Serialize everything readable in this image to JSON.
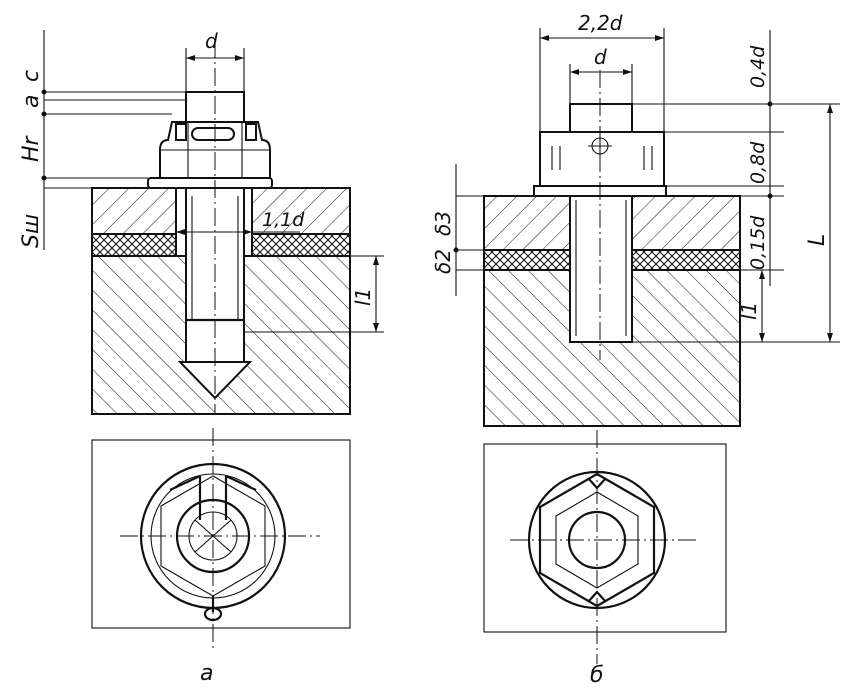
{
  "labels": {
    "a_d": "d",
    "a_c": "c",
    "a_a": "a",
    "a_Hr": "Hr",
    "a_Sw": "Sш",
    "a_1_1d": "1,1d",
    "a_l1": "l1",
    "b_2_2d": "2,2d",
    "b_d": "d",
    "b_0_4d": "0,4d",
    "b_0_8d": "0,8d",
    "b_0_15d": "0,15d",
    "b_delta3": "δ3",
    "b_delta2": "δ2",
    "b_l1": "l1",
    "b_L": "L",
    "caption_a": "a",
    "caption_b": "б"
  }
}
